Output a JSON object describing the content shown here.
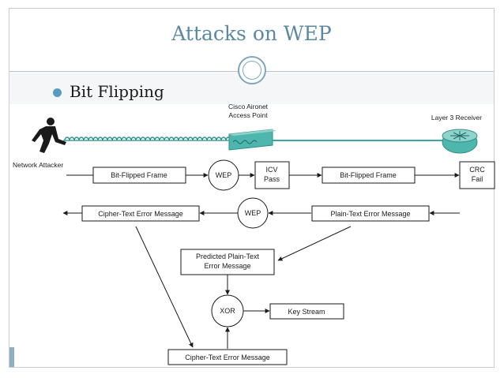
{
  "slide": {
    "title": "Attacks on WEP",
    "bullet": "Bit Flipping"
  },
  "diagram": {
    "labels": {
      "access_point": [
        "Cisco Aironet",
        "Access Point"
      ],
      "receiver": "Layer 3 Receiver",
      "attacker": "Network Attacker",
      "bit_flipped_frame_1": "Bit-Flipped Frame",
      "wep_1": "WEP",
      "icv_pass": [
        "ICV",
        "Pass"
      ],
      "bit_flipped_frame_2": "Bit-Flipped Frame",
      "crc_fail": [
        "CRC",
        "Fail"
      ],
      "cipher_text_error_1": "Cipher-Text Error Message",
      "wep_2": "WEP",
      "plain_text_error": "Plain-Text Error Message",
      "predicted_plain_text": [
        "Predicted Plain-Text",
        "Error Message"
      ],
      "xor": "XOR",
      "key_stream": "Key Stream",
      "cipher_text_error_2": "Cipher-Text Error Message"
    },
    "colors": {
      "line": "#1a1a1a",
      "wireless": "#3aa8a0",
      "access_point": "#4fb6ae",
      "router": "#4fb6ae",
      "attacker": "#1a1a1a"
    }
  }
}
